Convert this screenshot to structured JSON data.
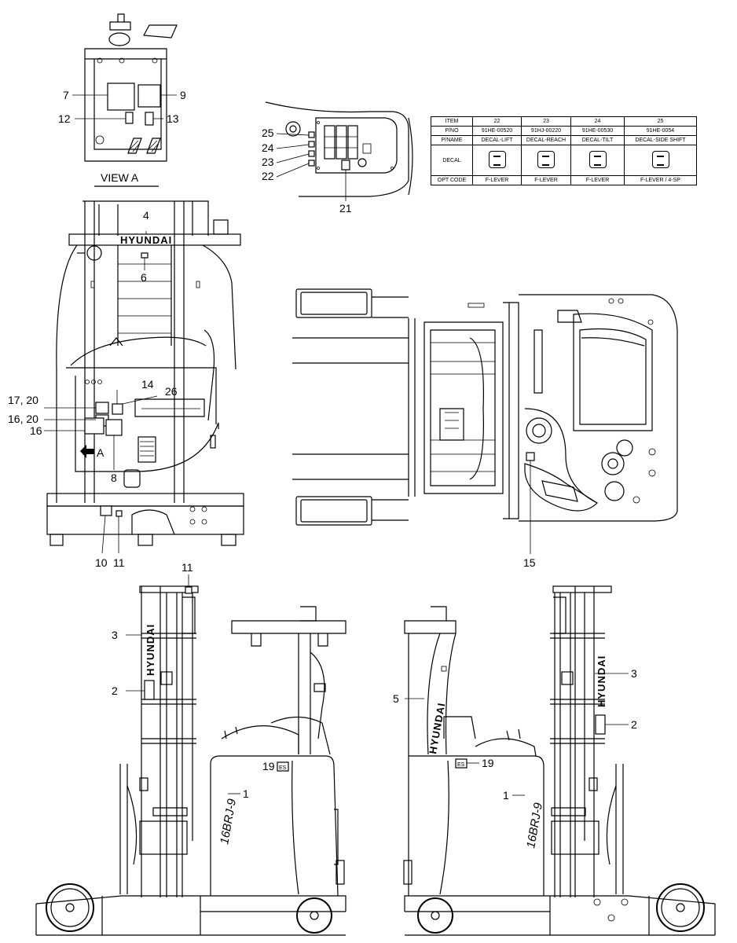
{
  "callouts": {
    "c1": "1",
    "c2": "2",
    "c3": "3",
    "c4": "4",
    "c5": "5",
    "c6": "6",
    "c7": "7",
    "c8": "8",
    "c9": "9",
    "c10": "10",
    "c11": "11",
    "c12": "12",
    "c13": "13",
    "c14": "14",
    "c15": "15",
    "c16": "16",
    "c16_20": "16, 20",
    "c17_20": "17, 20",
    "c19": "19",
    "c21": "21",
    "c22": "22",
    "c23": "23",
    "c24": "24",
    "c25": "25",
    "c26": "26"
  },
  "view_a_label": "VIEW A",
  "arrow_a_label": "A",
  "brand_text": "HYUNDAI",
  "model_text": "16BRJ-9",
  "es_badge": "ES",
  "decal_table": {
    "header": {
      "item": "ITEM",
      "c22": "22",
      "c23": "23",
      "c24": "24",
      "c25": "25"
    },
    "pno": {
      "label": "P/NO",
      "c22": "91HE-00520",
      "c23": "91HJ-00220",
      "c24": "91HE-00530",
      "c25": "91HE-0054"
    },
    "pname": {
      "label": "P/NAME",
      "c22": "DECAL-LIFT",
      "c23": "DECAL-REACH",
      "c24": "DECAL-TILT",
      "c25": "DECAL-SIDE SHIFT"
    },
    "decal": {
      "label": "DECAL"
    },
    "opt": {
      "label": "OPT CODE",
      "c22": "F-LEVER",
      "c23": "F-LEVER",
      "c24": "F-LEVER",
      "c25": "F-LEVER / 4-SP"
    }
  }
}
